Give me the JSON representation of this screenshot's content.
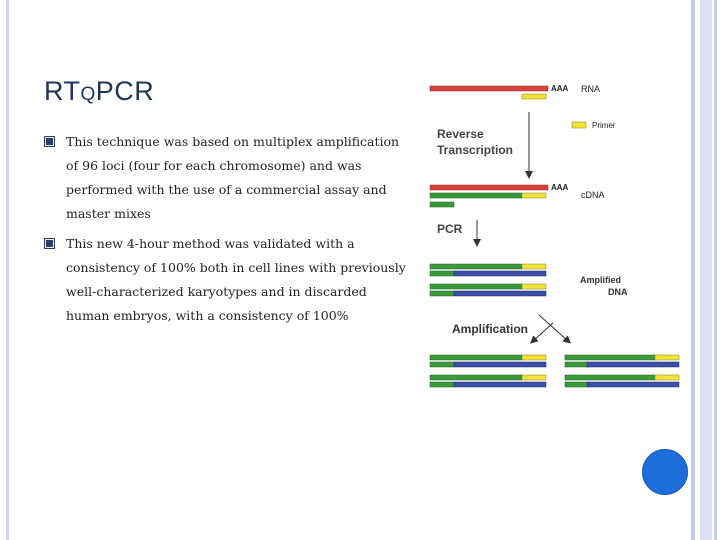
{
  "slide": {
    "title_main": "RT",
    "title_small": "Q",
    "title_end": "PCR",
    "bullets": [
      "This technique was based on multiplex amplification of 96 loci (four for each chromosome) and was performed with the use of a commercial assay and master mixes",
      "This new 4-hour method was validated with a consistency of 100% both in cell lines with previously well-characterized karyotypes and in discarded human embryos, with a consistency of 100%"
    ]
  },
  "diagram": {
    "labels": {
      "rna": "RNA",
      "aaa_top": "AAA",
      "primer": "Primer",
      "reverse": "Reverse",
      "transcription": "Transcription",
      "aaa_mid": "AAA",
      "cdna": "cDNA",
      "pcr": "PCR",
      "amplified": "Amplified",
      "dna": "DNA",
      "amplification": "Amplification"
    },
    "colors": {
      "rna": "#d9413a",
      "primer": "#f2e23a",
      "green": "#3a9a3a",
      "blue": "#3d4fa8"
    }
  }
}
